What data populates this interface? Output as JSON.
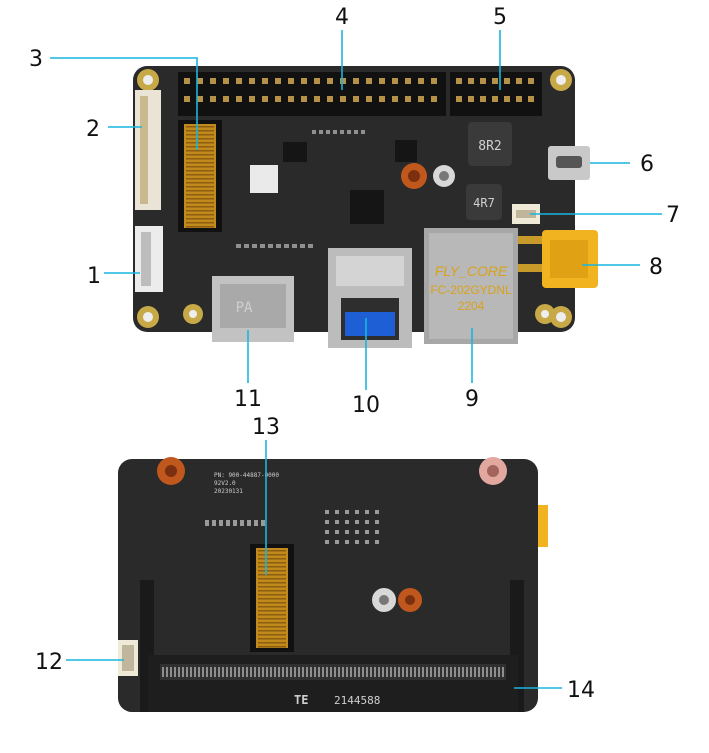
{
  "callouts": [
    {
      "id": "1",
      "label": "1"
    },
    {
      "id": "2",
      "label": "2"
    },
    {
      "id": "3",
      "label": "3"
    },
    {
      "id": "4",
      "label": "4"
    },
    {
      "id": "5",
      "label": "5"
    },
    {
      "id": "6",
      "label": "6"
    },
    {
      "id": "7",
      "label": "7"
    },
    {
      "id": "8",
      "label": "8"
    },
    {
      "id": "9",
      "label": "9"
    },
    {
      "id": "10",
      "label": "10"
    },
    {
      "id": "11",
      "label": "11"
    },
    {
      "id": "12",
      "label": "12"
    },
    {
      "id": "13",
      "label": "13"
    },
    {
      "id": "14",
      "label": "14"
    }
  ],
  "ethernet_jack": {
    "brand": "FLY_CORE",
    "model": "FC-202GYDNL",
    "code": "2204"
  },
  "inductor_marks": {
    "top": "8R2",
    "bottom": "4R7"
  },
  "hdmi_mark": "PA",
  "bottom_board": {
    "pn_line": "PN: 900-44887-0000",
    "rev_line": "92V2.0",
    "date_line": "20230131",
    "socket_logo": "TE",
    "socket_mark": "2144588"
  },
  "colors": {
    "leader": "#19b5e0",
    "pcb": "#2a2a2a",
    "gold": "#c79a2a",
    "metal": "#b9b9b9",
    "usb_blue": "#1f5fd6",
    "connector_yellow": "#f2b321"
  }
}
